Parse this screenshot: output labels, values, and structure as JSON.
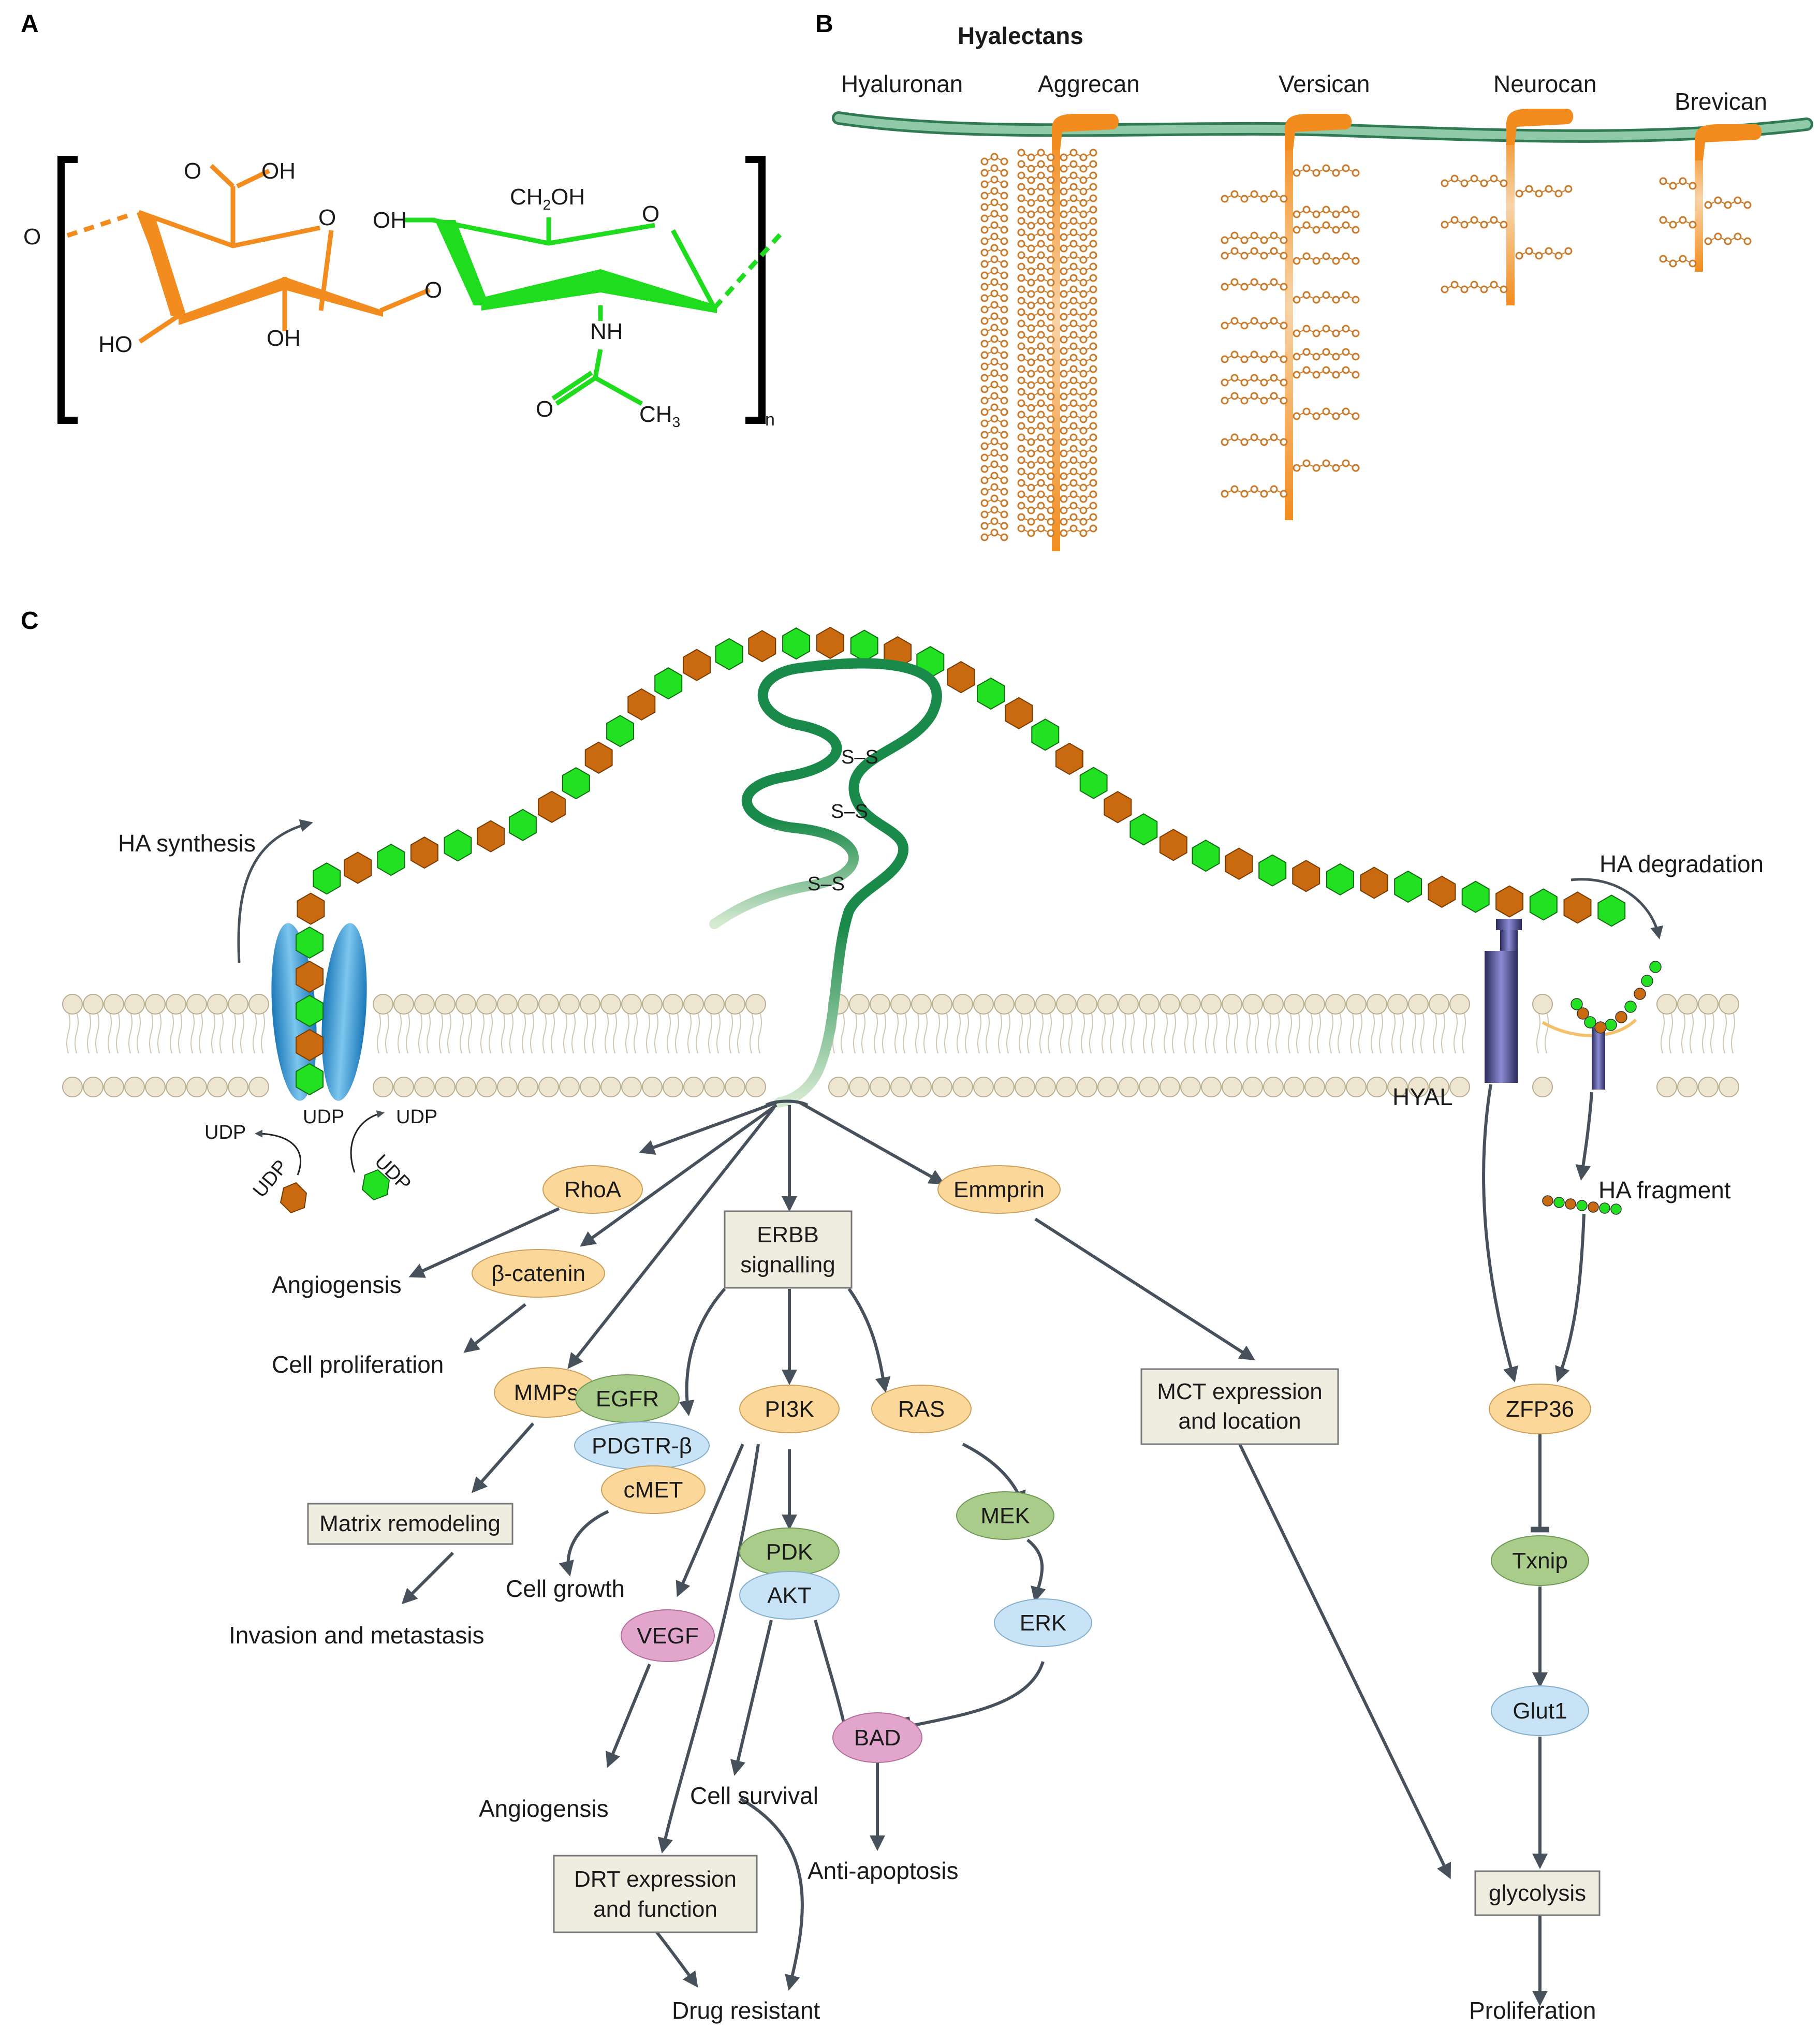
{
  "panels": {
    "a": "A",
    "b": "B",
    "c": "C"
  },
  "chem": {
    "O_left": "O",
    "O_carbonyl": "O",
    "OH_carboxyl": "OH",
    "O_ring1": "O",
    "HO": "HO",
    "OH_mid": "OH",
    "OH_green": "OH",
    "CH2OH": "CH2OH",
    "O_ring2": "O",
    "O_link": "O",
    "NH": "NH",
    "O_amide": "O",
    "CH3": "CH3",
    "n": "n"
  },
  "hyalectans": {
    "title": "Hyalectans",
    "items": [
      "Hyaluronan",
      "Aggrecan",
      "Versican",
      "Neurocan",
      "Brevican"
    ]
  },
  "pathway": {
    "ha_synthesis": "HA synthesis",
    "ha_degradation": "HA degradation",
    "udp": "UDP",
    "ss": "S–S",
    "hyal": "HYAL",
    "ha_fragment": "HA fragment",
    "nodes": {
      "rhoa": "RhoA",
      "bcatenin": "β-catenin",
      "emmprin": "Emmprin",
      "mmps": "MMPs",
      "egfr": "EGFR",
      "pdgtr": "PDGTR-β",
      "cmet": "cMET",
      "pi3k": "PI3K",
      "ras": "RAS",
      "mek": "MEK",
      "erk": "ERK",
      "pdk": "PDK",
      "akt": "AKT",
      "vegf": "VEGF",
      "bad": "BAD",
      "zfp36": "ZFP36",
      "txnip": "Txnip",
      "glut1": "Glut1"
    },
    "boxes": {
      "erbb": [
        "ERBB",
        "signalling"
      ],
      "matrix": "Matrix remodeling",
      "mct": [
        "MCT expression",
        "and location"
      ],
      "drt": [
        "DRT expression",
        "and function"
      ],
      "glycolysis": "glycolysis"
    },
    "outcomes": {
      "angio1": "Angiogensis",
      "prolif": "Cell proliferation",
      "invasion": "Invasion and metastasis",
      "growth": "Cell growth",
      "angio2": "Angiogensis",
      "survival": "Cell survival",
      "antiapop": "Anti-apoptosis",
      "drug": "Drug resistant",
      "proliferation": "Proliferation"
    }
  },
  "colors": {
    "orange": "#f28c1e",
    "green": "#1fdc1f",
    "hexOrange": "#c96a10",
    "hexGreen": "#22e022",
    "backbone": "#8fc9a8",
    "cd44": "#1a8a4a",
    "arrow": "#46515c",
    "yellowNode": "#fbd89a",
    "greenNode": "#a9cc8a",
    "blueNode": "#c8e3f5",
    "pinkNode": "#e2a5cc",
    "boxFill": "#efece0",
    "lipid": "#efe6d2"
  }
}
